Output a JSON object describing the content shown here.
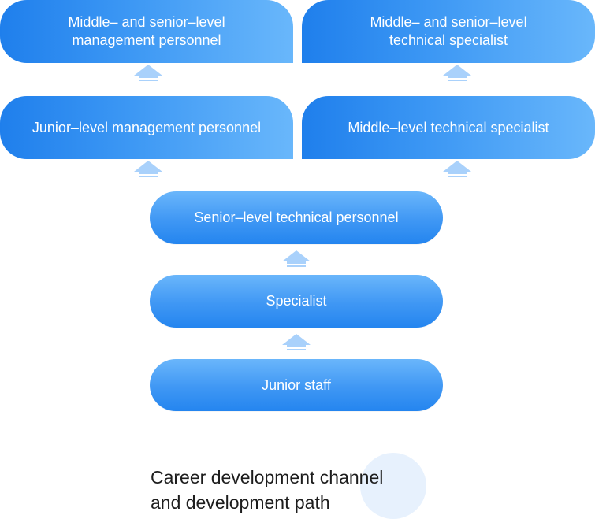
{
  "nodes": {
    "mgmt_top": "Middle– and senior–level\nmanagement personnel",
    "tech_top": "Middle– and senior–level\ntechnical specialist",
    "mgmt_junior": "Junior–level management personnel",
    "tech_middle": "Middle–level technical specialist",
    "senior_tech": "Senior–level technical personnel",
    "specialist": "Specialist",
    "junior_staff": "Junior staff"
  },
  "caption": {
    "line1": "Career development channel",
    "line2": "and development path"
  },
  "colors": {
    "box_dark": "#1f7fec",
    "box_light": "#69b7fb",
    "arrow": "#a9d1fb",
    "caption_circle": "#e7f1fd"
  },
  "icons": {
    "arrow": "up-arrow-icon"
  }
}
